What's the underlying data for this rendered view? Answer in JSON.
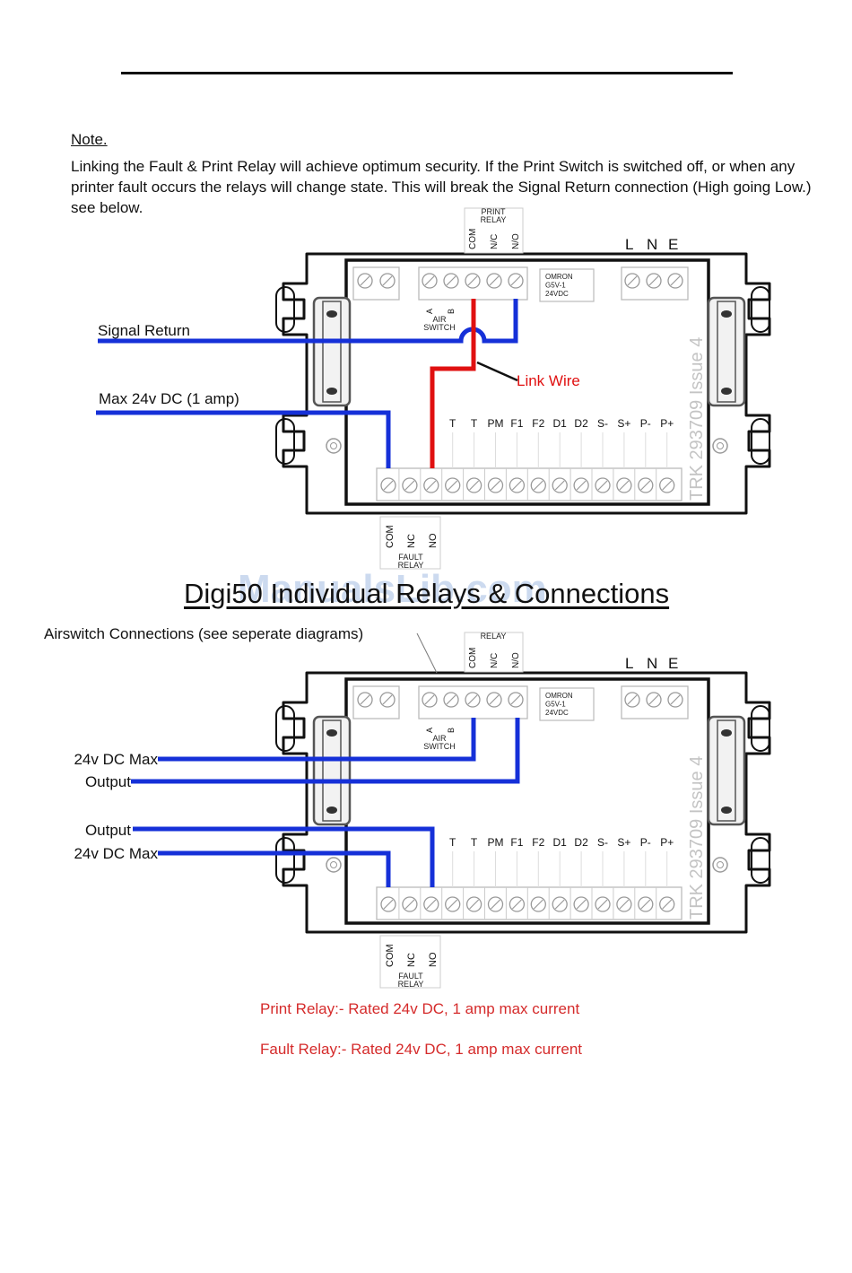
{
  "note": {
    "title": "Note.",
    "text": "Linking the Fault & Print Relay will achieve optimum security. If the Print Switch is switched off, or when any printer fault occurs the relays will change state. This will break the Signal Return connection (High going Low.) see below."
  },
  "board": {
    "print_relay_label_1": "PRINT",
    "print_relay_label_2": "RELAY",
    "relay_label": "RELAY",
    "relay_terminals": [
      "COM",
      "N/C",
      "N/O"
    ],
    "mains_terminals": [
      "L",
      "N",
      "E"
    ],
    "relay_chip_lines": [
      "OMRON",
      "G5V-1",
      "24VDC"
    ],
    "air_switch_terminals": [
      "A",
      "B"
    ],
    "air_switch_label_1": "AIR",
    "air_switch_label_2": "SWITCH",
    "bottom_terminals": [
      "T",
      "T",
      "PM",
      "F1",
      "F2",
      "D1",
      "D2",
      "S-",
      "S+",
      "P-",
      "P+"
    ],
    "fault_relay_terminals": [
      "COM",
      "NC",
      "NO"
    ],
    "fault_relay_label_1": "FAULT",
    "fault_relay_label_2": "RELAY",
    "side_text": "TRK 293709 Issue 4"
  },
  "diagram1": {
    "signal_return_label": "Signal Return",
    "max_24v_label": "Max 24v DC (1 amp)",
    "link_wire_label": "Link Wire"
  },
  "section_title": "Digi50 Individual Relays & Connections",
  "watermark": "ManualsLib.com",
  "diagram2": {
    "airswitch_note": "Airswitch Connections (see seperate diagrams)",
    "label_24v_max_top": "24v DC Max",
    "label_output_top": "Output",
    "label_output_bottom": "Output",
    "label_24v_max_bottom": "24v DC Max"
  },
  "ratings": {
    "print_relay": "Print Relay:- Rated 24v DC, 1 amp max current",
    "fault_relay": "Fault Relay:- Rated 24v DC, 1 amp max current"
  },
  "colors": {
    "wire_blue": "#1530d8",
    "wire_red": "#e01010",
    "rating_red": "#d52b2b"
  }
}
